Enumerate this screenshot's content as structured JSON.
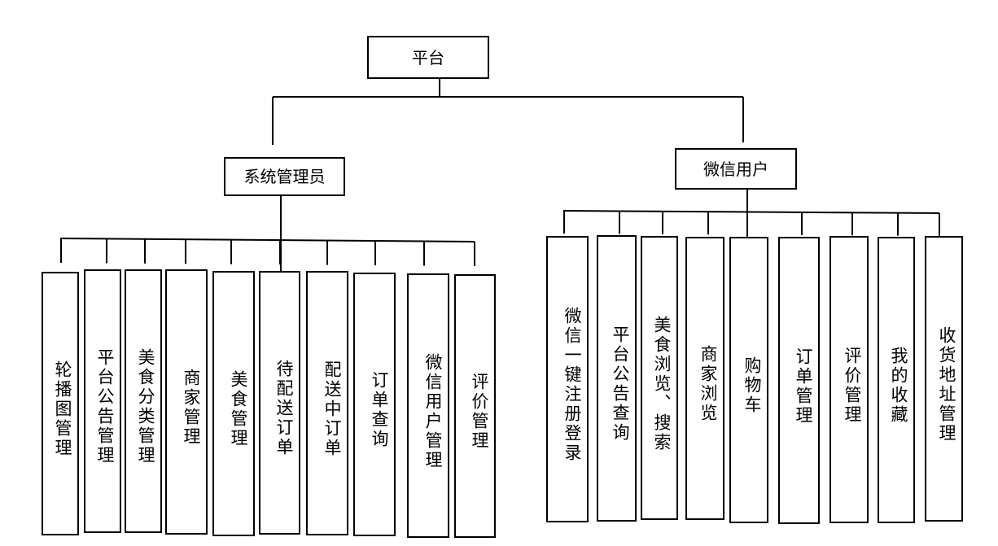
{
  "root": {
    "label": "平台"
  },
  "admin": {
    "label": "系统管理员",
    "children": [
      "轮播图管理",
      "平台公告管理",
      "美食分类管理",
      "商家管理",
      "美食管理",
      "待配送订单",
      "配送中订单",
      "订单查询",
      "微信用户管理",
      "评价管理"
    ]
  },
  "wechat": {
    "label": "微信用户",
    "children": [
      "微信一键注册登录",
      "平台公告查询",
      "美食浏览、搜索",
      "商家浏览",
      "购物车",
      "订单管理",
      "评价管理",
      "我的收藏",
      "收货地址管理"
    ]
  },
  "colors": {
    "line": "#000000",
    "box_border": "#000000",
    "background": "#ffffff"
  }
}
